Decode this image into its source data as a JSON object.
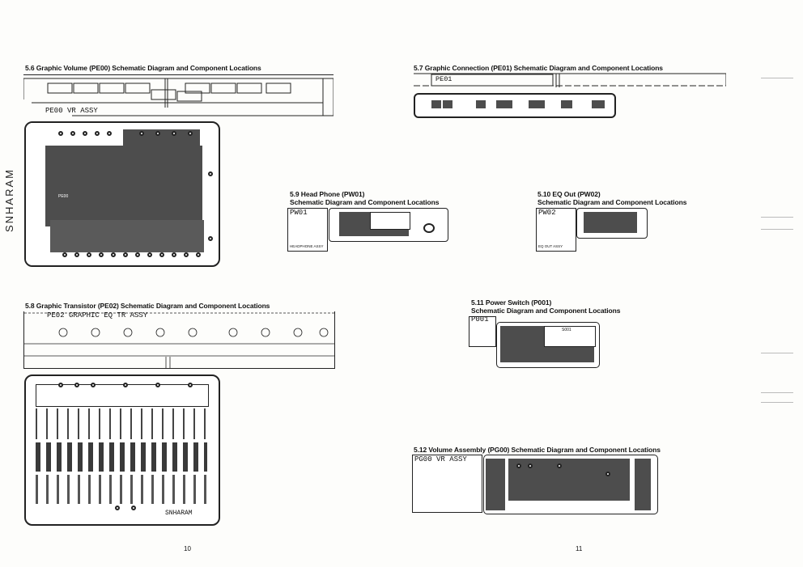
{
  "sections": {
    "s56": {
      "title": "5.6 Graphic Volume (PE00) Schematic Diagram and Component Locations",
      "assy": "PE00 VR ASSY",
      "side_text": "SNHARAM"
    },
    "s57": {
      "title": "5.7 Graphic Connection (PE01) Schematic Diagram and Component Locations",
      "board": "PE01"
    },
    "s58": {
      "title": "5.8 Graphic Transistor (PE02) Schematic Diagram and Component Locations",
      "assy": "PE02 GRAPHIC EQ TR ASSY",
      "bottom_text": "SNHARAM"
    },
    "s59": {
      "title": "5.9 Head Phone (PW01)",
      "subtitle": "Schematic Diagram and Component Locations",
      "board": "PW01",
      "caption": "HEADPHONE ASSY"
    },
    "s510": {
      "title": "5.10 EQ Out (PW02)",
      "subtitle": "Schematic Diagram and Component Locations",
      "board": "PW02",
      "caption": "EQ OUT ASSY"
    },
    "s511": {
      "title": "5.11 Power Switch (P001)",
      "subtitle": "Schematic Diagram and Component Locations",
      "board": "P001",
      "part": "S001"
    },
    "s512": {
      "title": "5.12 Volume Assembly (PG00) Schematic Diagram and Component Locations",
      "assy": "PG00 VR ASSY"
    }
  },
  "page_numbers": {
    "left": "10",
    "right": "11"
  },
  "colors": {
    "copper": "#4d4d4d",
    "ink": "#222222",
    "paper": "#fdfdfb"
  }
}
